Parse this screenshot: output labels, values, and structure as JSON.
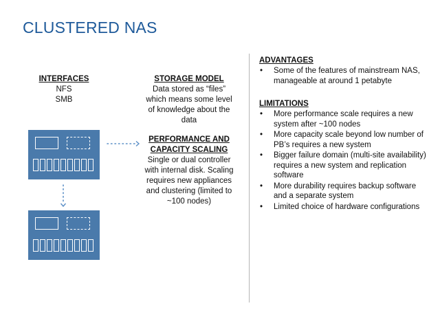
{
  "slide": {
    "title": "CLUSTERED NAS"
  },
  "interfaces": {
    "heading": "INTERFACES",
    "items": [
      "NFS",
      "SMB"
    ]
  },
  "storage_model": {
    "heading": "STORAGE MODEL",
    "lines": [
      "Data stored as “files”",
      "which means some level",
      "of knowledge about the",
      "data"
    ]
  },
  "performance": {
    "heading_lines": [
      "PERFORMANCE AND",
      "CAPACITY SCALING"
    ],
    "lines": [
      "Single or dual controller",
      "with internal disk. Scaling",
      "requires new appliances",
      "and clustering (limited to",
      "~100 nodes)"
    ]
  },
  "advantages": {
    "heading": "ADVANTAGES",
    "items": [
      "Some of the features of mainstream NAS, manageable at around 1 petabyte"
    ]
  },
  "limitations": {
    "heading": "LIMITATIONS",
    "items": [
      "More performance scale requires a new system after ~100 nodes",
      "More capacity scale beyond low number of PB’s requires a new system",
      "Bigger failure domain (multi-site availability) requires a new system and replication software",
      "More durability requires backup software and a separate system",
      "Limited choice of hardware configurations"
    ]
  },
  "colors": {
    "title": "#1e5a9a",
    "server_fill": "#4a7aab",
    "arrow": "#5b8fc7",
    "divider": "#b5b5b5"
  }
}
